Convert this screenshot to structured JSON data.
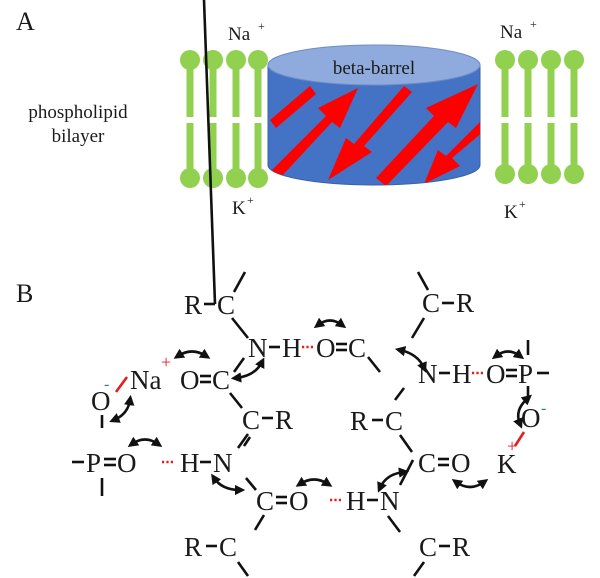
{
  "panel_a": {
    "label": "A",
    "membrane_label_line1": "phospholipid",
    "membrane_label_line2": "bilayer",
    "barrel_label": "beta-barrel",
    "ion_top_left": {
      "symbol": "Na",
      "charge": "+"
    },
    "ion_top_right": {
      "symbol": "Na",
      "charge": "+"
    },
    "ion_bottom_left": {
      "symbol": "K",
      "charge": "+"
    },
    "ion_bottom_right": {
      "symbol": "K",
      "charge": "+"
    },
    "colors": {
      "lipid": "#92d050",
      "barrel_side": "#4472c4",
      "barrel_top": "#8faadc",
      "strand": "#ff0000"
    }
  },
  "panel_b": {
    "label": "B",
    "atoms": {
      "R": "R",
      "C": "C",
      "N": "N",
      "H": "H",
      "O": "O",
      "P": "P",
      "Na": "Na",
      "K": "K",
      "plus": "+",
      "minus": "-"
    },
    "colors": {
      "hbond": "#e02020",
      "ionic": "#e02020",
      "negative": "#2e75b6",
      "positive": "#e02020"
    }
  }
}
